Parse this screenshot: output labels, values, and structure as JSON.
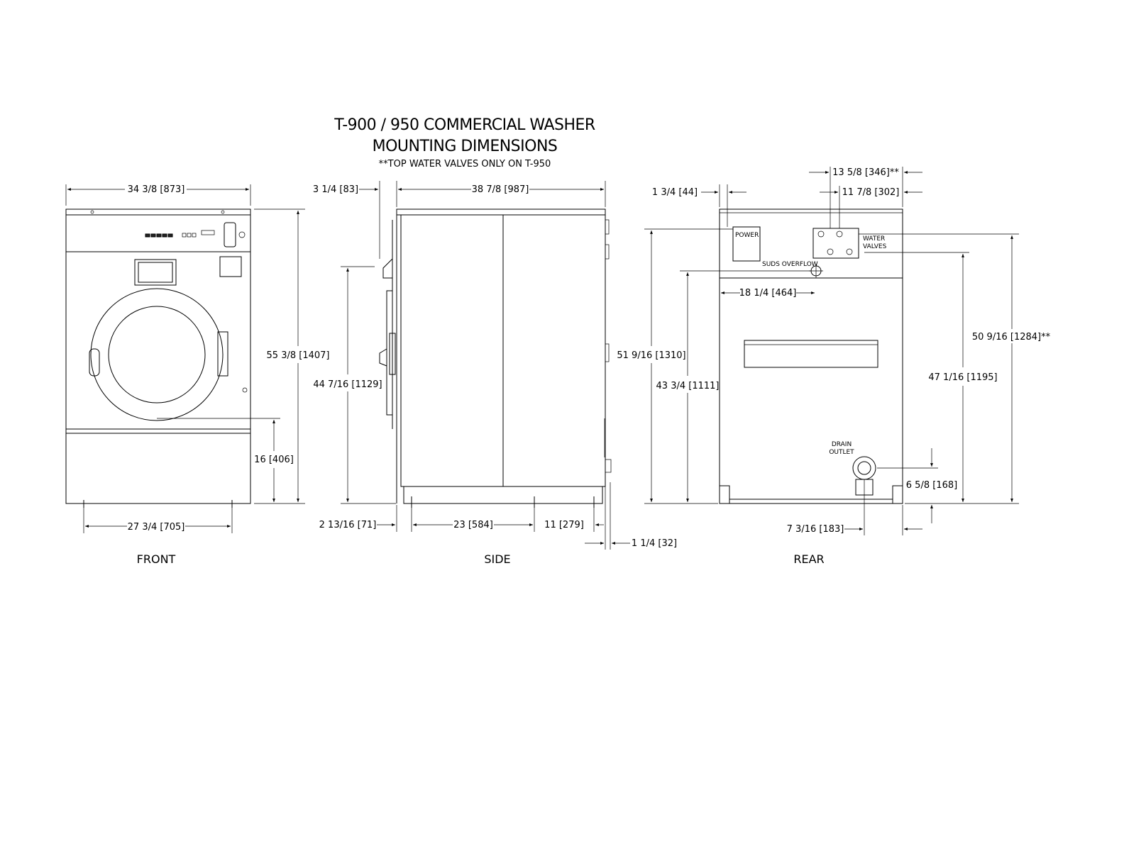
{
  "header": {
    "title_line1": "T-900 / 950 COMMERCIAL WASHER",
    "title_line2": "MOUNTING DIMENSIONS",
    "note": "**TOP WATER VALVES ONLY ON T-950"
  },
  "front": {
    "view_label": "FRONT",
    "width": "34 3/8 [873]",
    "height": "55 3/8 [1407]",
    "door_center_height": "16 [406]",
    "foot_spacing": "27 3/4 [705]"
  },
  "side": {
    "view_label": "SIDE",
    "front_offset": "3 1/4 [83]",
    "depth": "38 7/8 [987]",
    "door_height": "44 7/16 [1129]",
    "front_foot_offset": "2 13/16 [71]",
    "foot_spacing": "23 [584]",
    "rear_foot_offset": "11 [279]",
    "rear_protrusion": "1 1/4 [32]"
  },
  "rear": {
    "view_label": "REAR",
    "power_offset": "1 3/4 [44]",
    "top_valve_offset": "13 5/8 [346]**",
    "valve_offset": "11 7/8 [302]",
    "power_height": "51 9/16 [1310]",
    "suds_height": "43 3/4 [1111]",
    "suds_offset": "18 1/4 [464]",
    "top_valve_height": "50 9/16 [1284]**",
    "valve_height": "47 1/16 [1195]",
    "drain_height": "6 5/8 [168]",
    "drain_offset": "7 3/16 [183]",
    "label_power": "POWER",
    "label_water": "WATER",
    "label_valves": "VALVES",
    "label_suds": "SUDS OVERFLOW",
    "label_drain": "DRAIN",
    "label_outlet": "OUTLET"
  }
}
